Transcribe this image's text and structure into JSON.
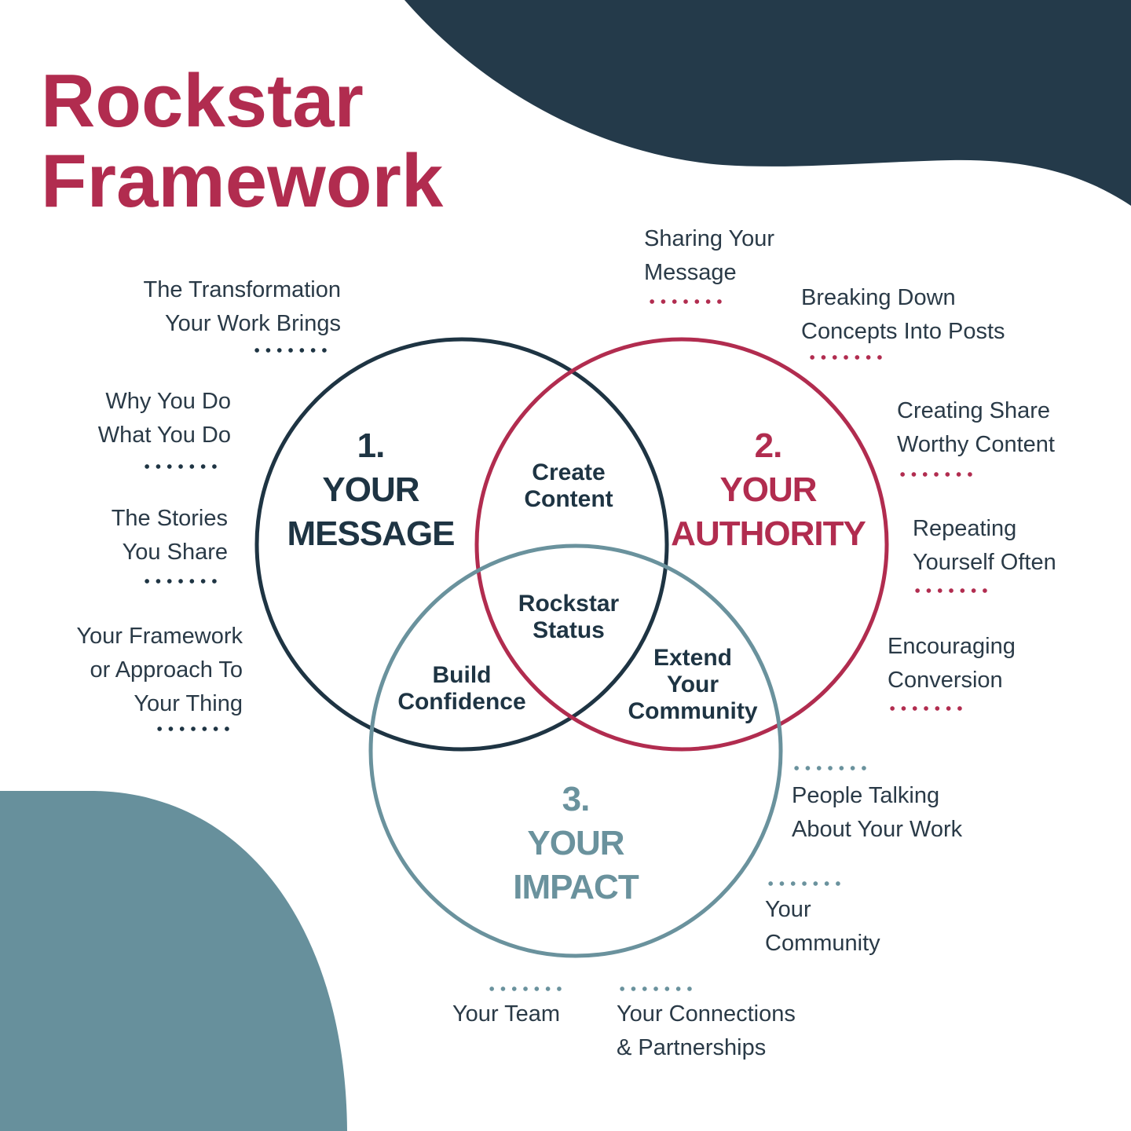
{
  "title": {
    "line1": "Rockstar",
    "line2": "Framework"
  },
  "colors": {
    "message": "#1e3443",
    "authority": "#b12c4f",
    "impact": "#6a929d",
    "blob_dark": "#243a4a",
    "blob_teal": "#67909c"
  },
  "circles": {
    "message": {
      "number": "1.",
      "line1": "YOUR",
      "line2": "MESSAGE"
    },
    "authority": {
      "number": "2.",
      "line1": "YOUR",
      "line2": "AUTHORITY"
    },
    "impact": {
      "number": "3.",
      "line1": "YOUR",
      "line2": "IMPACT"
    }
  },
  "overlaps": {
    "message_authority": [
      "Create",
      "Content"
    ],
    "all_three": [
      "Rockstar",
      "Status"
    ],
    "message_impact": [
      "Build",
      "Confidence"
    ],
    "authority_impact": [
      "Extend",
      "Your",
      "Community"
    ]
  },
  "message_labels": [
    [
      "The Transformation",
      "Your Work Brings"
    ],
    [
      "Why You Do",
      "What You Do"
    ],
    [
      "The Stories",
      "You Share"
    ],
    [
      "Your Framework",
      "or Approach To",
      "Your Thing"
    ]
  ],
  "authority_labels": [
    [
      "Sharing Your",
      "Message"
    ],
    [
      "Breaking Down",
      "Concepts Into Posts"
    ],
    [
      "Creating Share",
      "Worthy Content"
    ],
    [
      "Repeating",
      "Yourself Often"
    ],
    [
      "Encouraging",
      "Conversion"
    ]
  ],
  "impact_labels": [
    [
      "People Talking",
      "About Your Work"
    ],
    [
      "Your",
      "Community"
    ],
    [
      "Your Team"
    ],
    [
      "Your Connections",
      "& Partnerships"
    ]
  ]
}
